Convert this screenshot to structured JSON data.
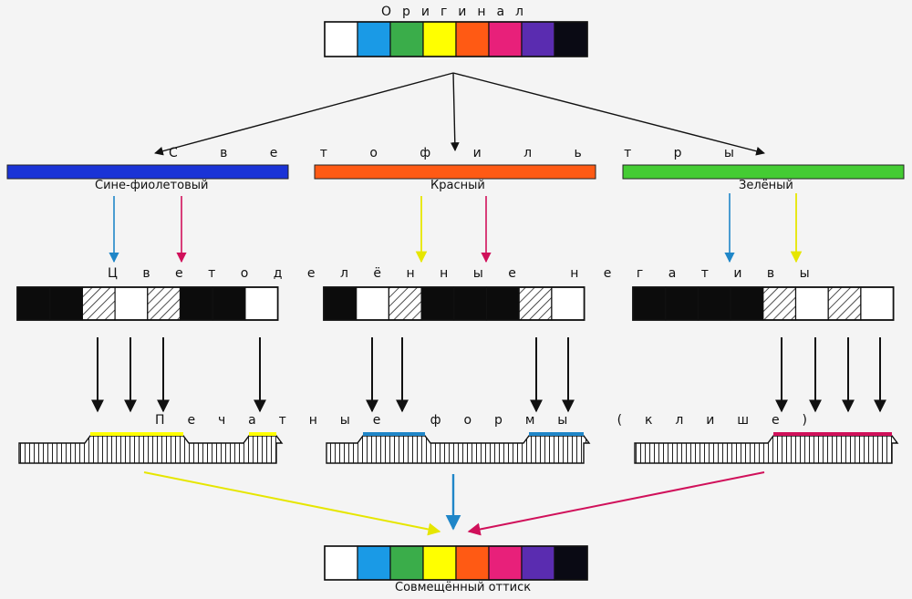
{
  "title_original": "Оригинал",
  "filters": {
    "heading": "Светофильтры",
    "items": [
      {
        "label": "Сине-фиолетовый",
        "color": "#1a33d6"
      },
      {
        "label": "Красный",
        "color": "#ff5a14"
      },
      {
        "label": "Зелёный",
        "color": "#44cc33"
      }
    ]
  },
  "negatives_heading": "Цветоделённые негативы",
  "plates_heading": "Печатные формы (клише)",
  "result_label": "Совмещённый оттиск",
  "swatch_colors": [
    "#ffffff",
    "#1a9ae6",
    "#3aad4a",
    "#ffff00",
    "#ff5a14",
    "#e8207a",
    "#5a2cb0",
    "#0a0a14"
  ],
  "negatives": [
    [
      "black",
      "black",
      "hatch",
      "white",
      "hatch",
      "black",
      "black",
      "white"
    ],
    [
      "black",
      "white",
      "hatch",
      "black",
      "black",
      "black",
      "hatch",
      "white"
    ],
    [
      "black",
      "black",
      "black",
      "black",
      "hatch",
      "white",
      "hatch",
      "white"
    ]
  ],
  "ink_colors": {
    "yellow": "#ffff00",
    "cyan": "#1f86c8",
    "magenta": "#d0105a"
  },
  "arrow_colors": {
    "blue": "#1f86c8",
    "magenta": "#d0105a",
    "yellow": "#ffff00",
    "black": "#111111"
  }
}
